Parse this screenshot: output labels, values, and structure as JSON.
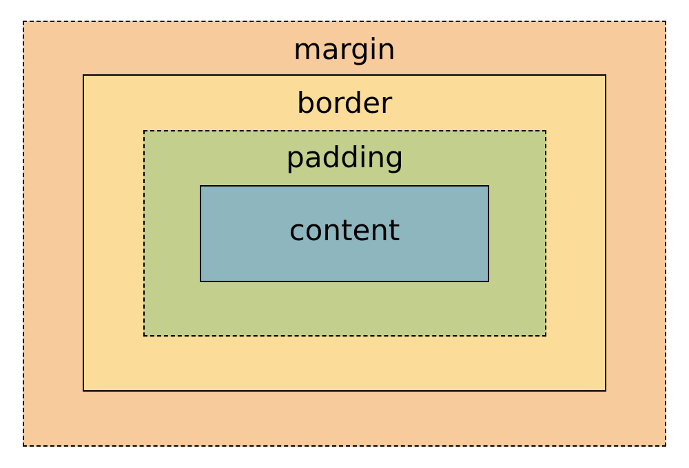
{
  "diagram": {
    "layers": {
      "margin": {
        "label": "margin",
        "color": "#F7CB9B",
        "border_style": "dashed"
      },
      "border": {
        "label": "border",
        "color": "#FBDC98",
        "border_style": "solid"
      },
      "padding": {
        "label": "padding",
        "color": "#C3CF8D",
        "border_style": "dashed"
      },
      "content": {
        "label": "content",
        "color": "#8EB6BE",
        "border_style": "solid"
      }
    }
  }
}
